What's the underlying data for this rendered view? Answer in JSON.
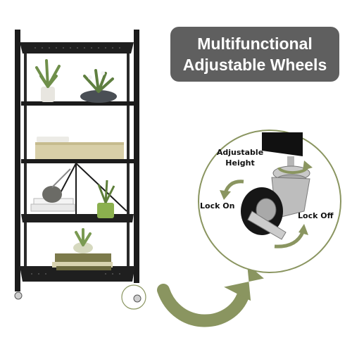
{
  "headline": {
    "line1": "Multifunctional",
    "line2": "Adjustable Wheels"
  },
  "callouts": {
    "adjustable_line1": "Adjustable",
    "adjustable_line2": "Height",
    "lock_on": "Lock On",
    "lock_off": "Lock Off"
  },
  "colors": {
    "headline_bg": "#5f5f5f",
    "accent_green": "#8a9560",
    "shelf_black": "#1b1b1b",
    "circle_border": "#8a9560"
  },
  "icons": [
    "shelf-unit-image",
    "caster-wheel-image",
    "curved-arrow-icon",
    "rotate-arrow-icon"
  ]
}
